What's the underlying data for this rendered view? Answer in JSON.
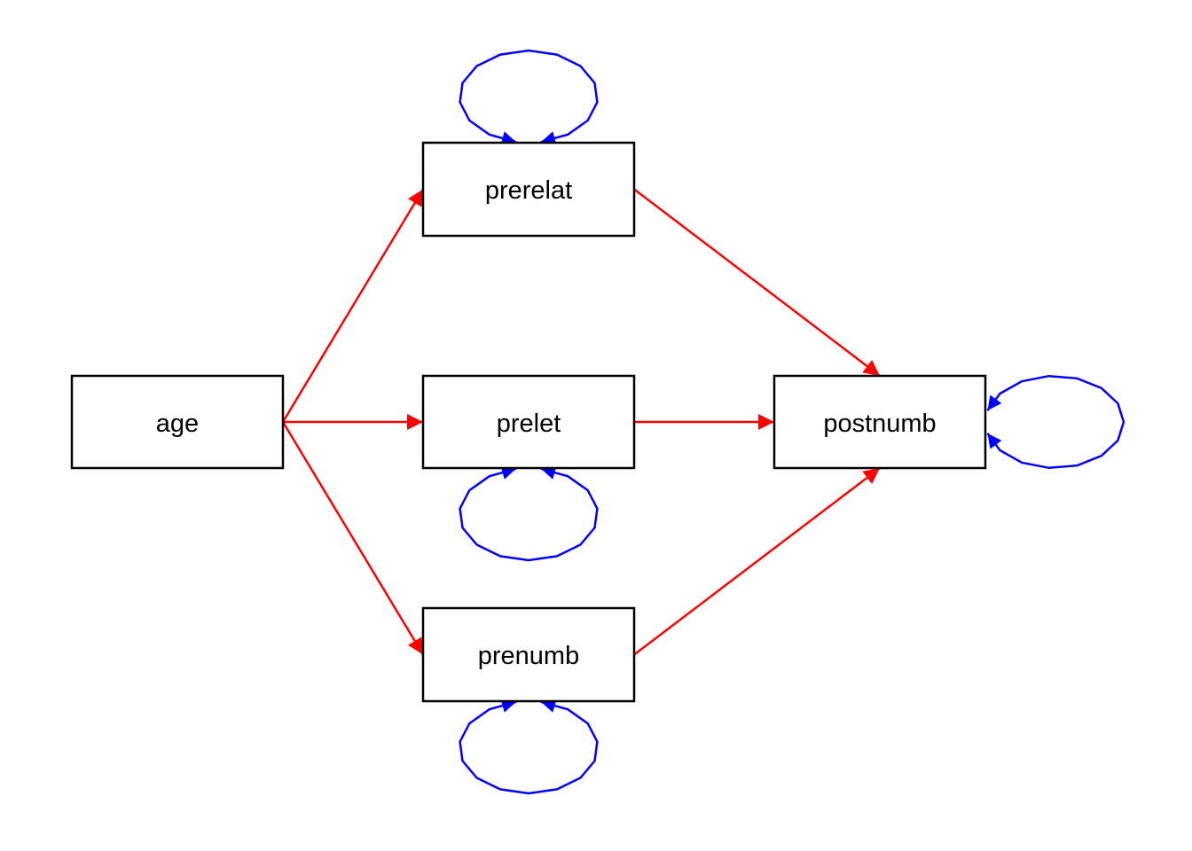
{
  "diagram": {
    "type": "path-diagram",
    "colors": {
      "path_edge": "#ff0000",
      "variance_loop": "#0000ff",
      "node_border": "#000000",
      "node_fill": "#ffffff",
      "text": "#000000"
    },
    "nodes": [
      {
        "id": "age",
        "label": "age"
      },
      {
        "id": "prerelat",
        "label": "prerelat"
      },
      {
        "id": "prelet",
        "label": "prelet"
      },
      {
        "id": "prenumb",
        "label": "prenumb"
      },
      {
        "id": "postnumb",
        "label": "postnumb"
      }
    ],
    "paths": [
      {
        "from": "age",
        "to": "prerelat"
      },
      {
        "from": "age",
        "to": "prelet"
      },
      {
        "from": "age",
        "to": "prenumb"
      },
      {
        "from": "prerelat",
        "to": "postnumb"
      },
      {
        "from": "prelet",
        "to": "postnumb"
      },
      {
        "from": "prenumb",
        "to": "postnumb"
      }
    ],
    "variances": [
      {
        "node": "prerelat",
        "side": "top"
      },
      {
        "node": "prelet",
        "side": "bottom"
      },
      {
        "node": "prenumb",
        "side": "bottom"
      },
      {
        "node": "postnumb",
        "side": "right"
      }
    ]
  }
}
